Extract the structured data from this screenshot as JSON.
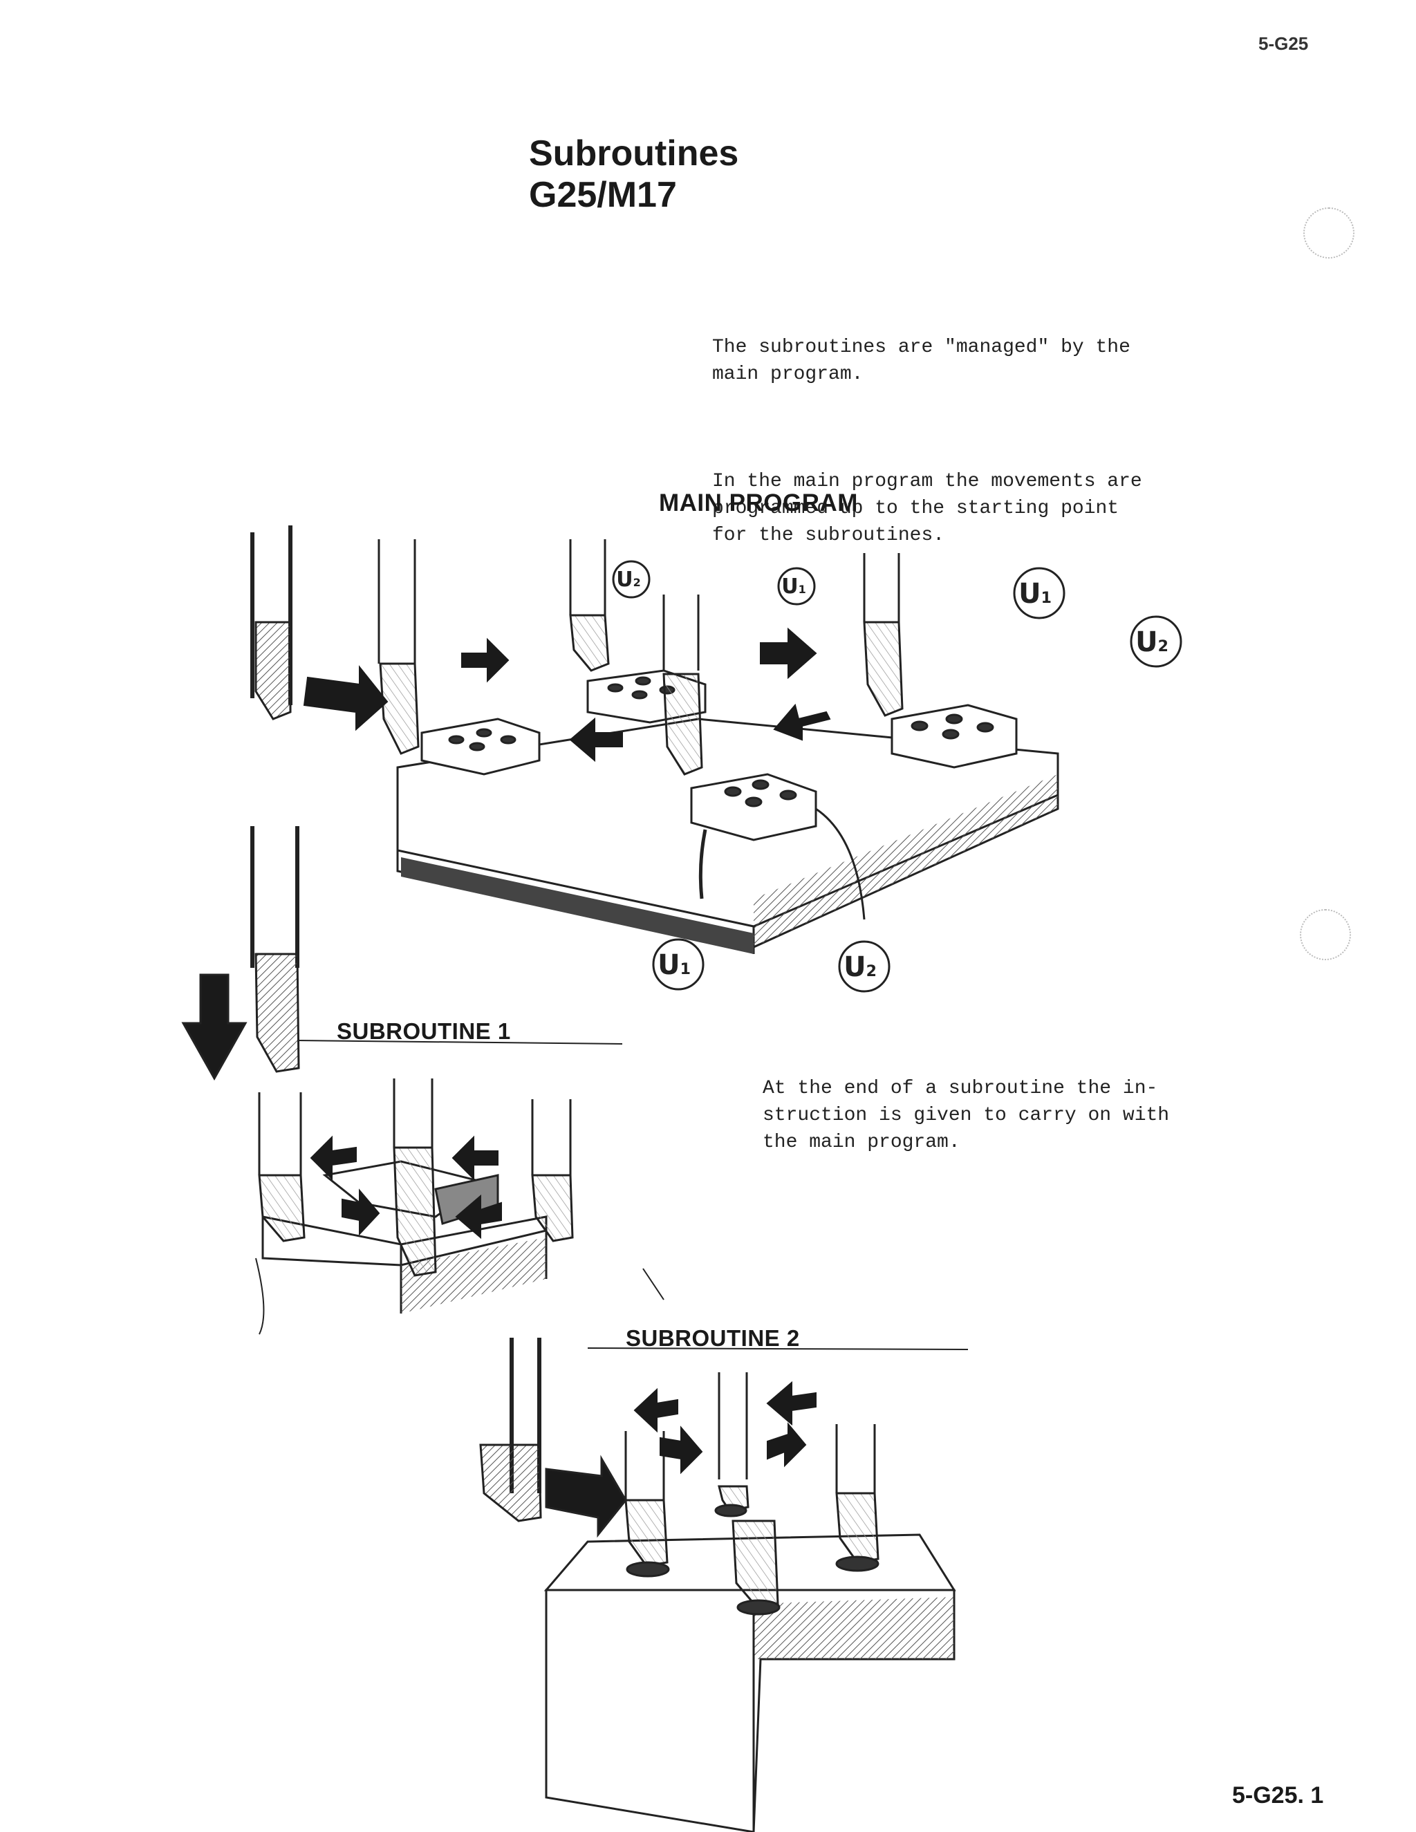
{
  "header": {
    "corner_code": "5-G25",
    "title_line1": "Subroutines",
    "title_line2": "G25/M17"
  },
  "intro": {
    "paragraph1": "The subroutines are \"managed\" by the\nmain program.",
    "paragraph2": "In the main program the movements are\nprogrammed up to the starting point\nfor the subroutines."
  },
  "figure": {
    "main_label": "MAIN PROGRAM",
    "subroutine1_label": "SUBROUTINE 1",
    "subroutine2_label": "SUBROUTINE 2",
    "marker_letter": "U",
    "marker_sub_1": "1",
    "marker_sub_2": "2"
  },
  "note": {
    "text": "At the end of a subroutine the in-\nstruction is given to carry on with\nthe main program."
  },
  "footer": {
    "page_number": "5-G25. 1"
  }
}
